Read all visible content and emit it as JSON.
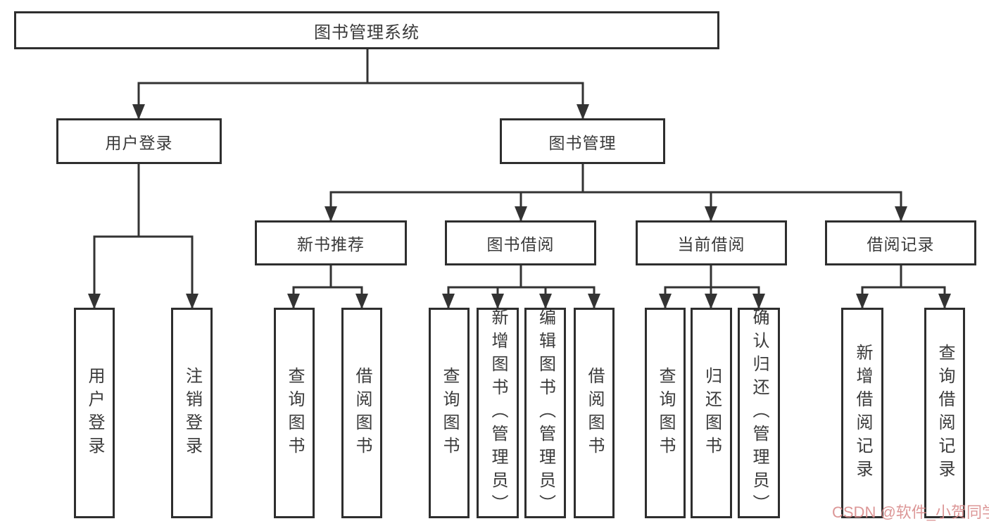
{
  "tree": {
    "root": "图书管理系统",
    "level2": [
      "用户登录",
      "图书管理"
    ],
    "level3": [
      "新书推荐",
      "图书借阅",
      "当前借阅",
      "借阅记录"
    ],
    "leaves": {
      "user_login": [
        "用户登录",
        "注销登录"
      ],
      "new_book_recommend": [
        "查询图书",
        "借阅图书"
      ],
      "book_borrowing": [
        "查询图书",
        "新增图书（管理员）",
        "编辑图书（管理员）",
        "借阅图书"
      ],
      "current_borrowing": [
        "查询图书",
        "归还图书",
        "确认归还（管理员）"
      ],
      "borrowing_records": [
        "新增借阅记录",
        "查询借阅记录"
      ]
    }
  },
  "watermark": {
    "text": "CSDN @软件_小贺同学",
    "color": "#d98c8c"
  },
  "colors": {
    "line": "#333333",
    "box_border": "#2e2e2e",
    "text": "#3a3a3a",
    "background": "#ffffff"
  }
}
